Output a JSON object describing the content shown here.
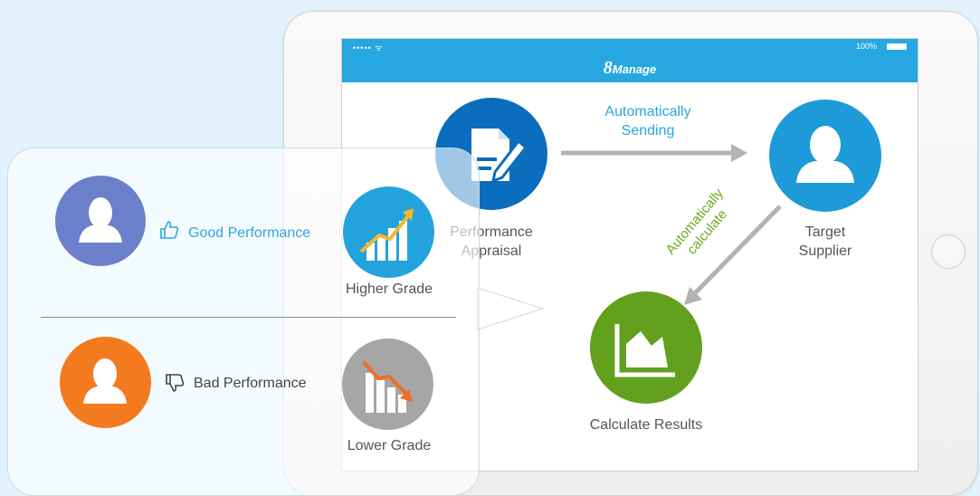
{
  "tablet": {
    "status_signal": "••••• ᯤ",
    "status_battery": "100%",
    "app_logo_main": "8",
    "app_logo_sub": "Manage"
  },
  "flow": {
    "appraisal_label_line1": "Performance",
    "appraisal_label_line2": "Appraisal",
    "send_label_line1": "Automatically",
    "send_label_line2": "Sending",
    "supplier_label_line1": "Target",
    "supplier_label_line2": "Supplier",
    "calc_label_line1": "Automatically",
    "calc_label_line2": "calculate",
    "results_label": "Calculate Results"
  },
  "callout": {
    "good_label": "Good Performance",
    "higher_label": "Higher Grade",
    "bad_label": "Bad Performance",
    "lower_label": "Lower Grade"
  },
  "colors": {
    "background": "#e2f3fb",
    "appbar": "#27a7e1",
    "appraisal_circle": "#0a6dbd",
    "supplier_circle": "#1e9ad8",
    "results_circle": "#62a01e",
    "good_person_circle": "#6b7fcb",
    "bad_person_circle": "#f47a20",
    "higher_grade_circle": "#22a3dc",
    "lower_grade_circle": "#a6a6a6",
    "good_text": "#2ba8de",
    "calc_text": "#6aab20",
    "arrow": "#b3b3b3"
  },
  "icons": [
    "document-pen-icon",
    "person-icon",
    "area-chart-icon",
    "thumbs-up-icon",
    "thumbs-down-icon",
    "growth-chart-icon",
    "decline-chart-icon",
    "arrow-right-icon",
    "arrow-down-left-icon"
  ]
}
